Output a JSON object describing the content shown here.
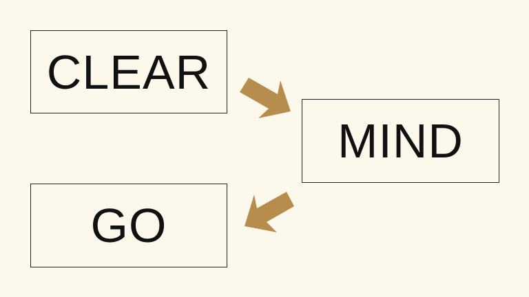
{
  "boxes": {
    "first": "CLEAR",
    "second": "MIND",
    "third": "GO"
  },
  "colors": {
    "arrow": "#b68d4c",
    "background": "#fdf8ec"
  }
}
